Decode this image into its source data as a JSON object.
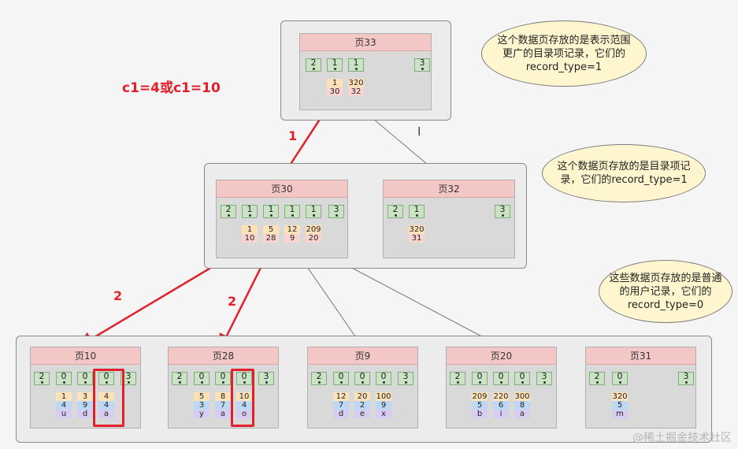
{
  "condition_label": "c1=4或c1=10",
  "step_labels": [
    "1",
    "2",
    "2"
  ],
  "cursor_glyph": "I",
  "watermark": "@稀土掘金技术社区",
  "notes": {
    "top": "这个数据页存放的是表示范围更广的目录项记录，它们的record_type=1",
    "mid": "这个数据页存放的是目录项记录，它们的record_type=1",
    "bottom": "这些数据页存放的是普通的用户记录，它们的record_type=0"
  },
  "pages": {
    "p33": {
      "title": "页33",
      "records": [
        "2",
        "1",
        "1",
        "3"
      ],
      "keys": [
        "1",
        "320"
      ],
      "ptrs": [
        "30",
        "32"
      ]
    },
    "p30": {
      "title": "页30",
      "records": [
        "2",
        "1",
        "1",
        "1",
        "1",
        "3"
      ],
      "keys": [
        "1",
        "5",
        "12",
        "209"
      ],
      "ptrs": [
        "10",
        "28",
        "9",
        "20"
      ]
    },
    "p32": {
      "title": "页32",
      "records": [
        "2",
        "1",
        "3"
      ],
      "keys": [
        "320"
      ],
      "ptrs": [
        "31"
      ]
    },
    "p10": {
      "title": "页10",
      "records": [
        "2",
        "0",
        "0",
        "0",
        "3"
      ],
      "c1": [
        "1",
        "3",
        "4"
      ],
      "c2": [
        "4",
        "9",
        "4"
      ],
      "c3": [
        "u",
        "d",
        "a"
      ]
    },
    "p28": {
      "title": "页28",
      "records": [
        "2",
        "0",
        "0",
        "0",
        "3"
      ],
      "c1": [
        "5",
        "8",
        "10"
      ],
      "c2": [
        "3",
        "7",
        "4"
      ],
      "c3": [
        "y",
        "a",
        "o"
      ]
    },
    "p9": {
      "title": "页9",
      "records": [
        "2",
        "0",
        "0",
        "0",
        "3"
      ],
      "c1": [
        "12",
        "20",
        "100"
      ],
      "c2": [
        "7",
        "2",
        "9"
      ],
      "c3": [
        "d",
        "e",
        "x"
      ]
    },
    "p20": {
      "title": "页20",
      "records": [
        "2",
        "0",
        "0",
        "0",
        "3"
      ],
      "c1": [
        "209",
        "220",
        "300"
      ],
      "c2": [
        "5",
        "6",
        "8"
      ],
      "c3": [
        "b",
        "i",
        "a"
      ]
    },
    "p31": {
      "title": "页31",
      "records": [
        "2",
        "0",
        "3"
      ],
      "c1": [
        "320"
      ],
      "c2": [
        "5"
      ],
      "c3": [
        "m"
      ]
    }
  }
}
